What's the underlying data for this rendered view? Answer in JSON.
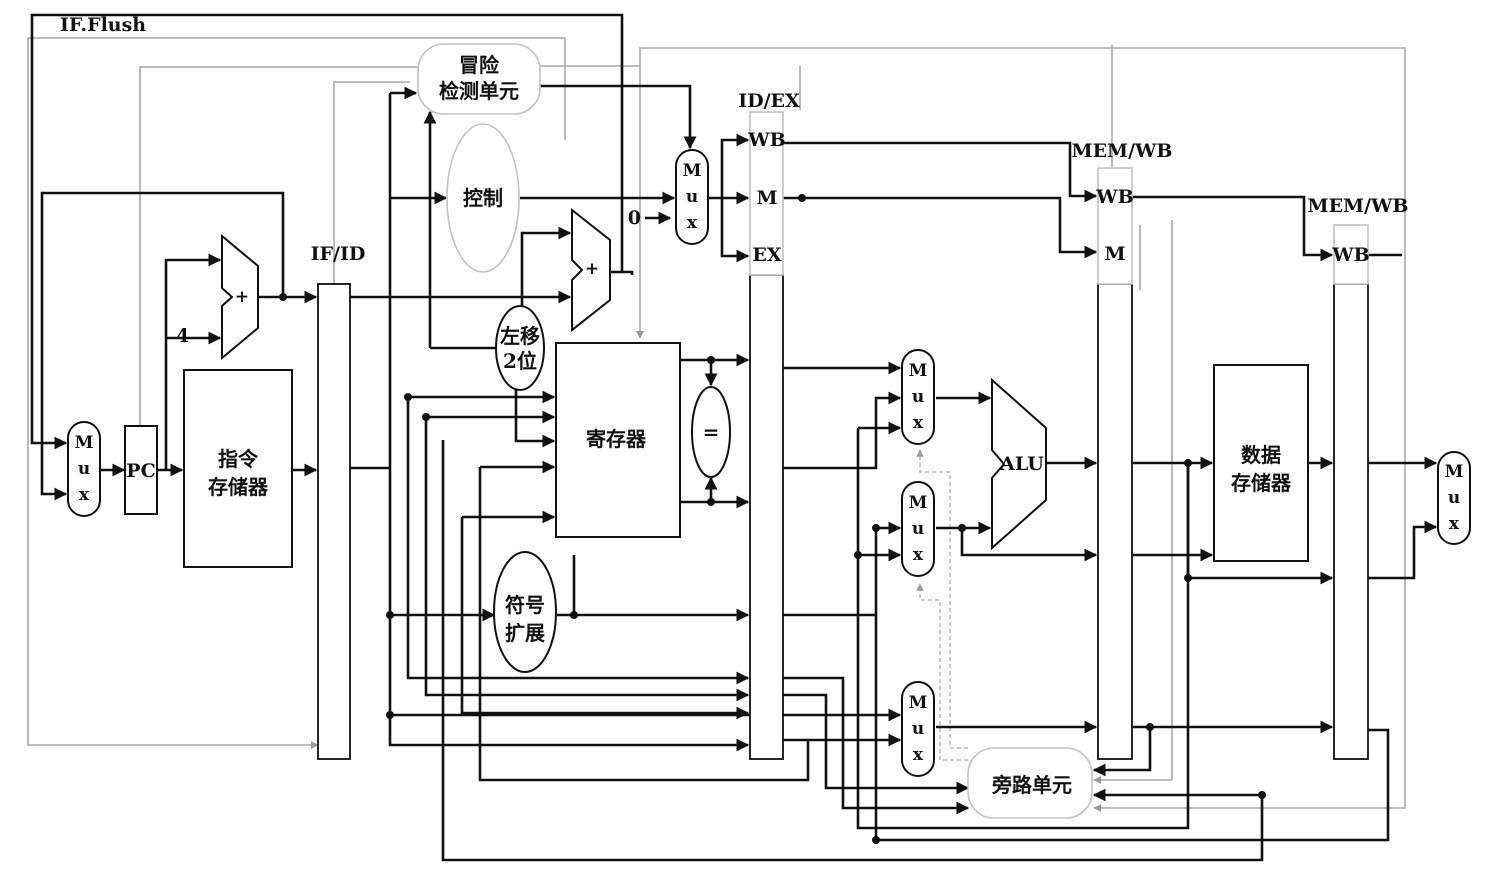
{
  "colors": {
    "wire": "#111111",
    "control_wire": "#a8a8a8",
    "background": "#ffffff"
  },
  "labels": {
    "if_flush": "IF.Flush",
    "hazard_line1": "冒险",
    "hazard_line2": "检测单元",
    "control": "控制",
    "pipe_if_id": "IF/ID",
    "pipe_id_ex": "ID/EX",
    "pipe_ex_mem": "MEM/WB",
    "pipe_mem_wb": "MEM/WB",
    "wb": "WB",
    "m": "M",
    "ex": "EX",
    "pc": "PC",
    "const_four": "4",
    "const_zero": "0",
    "plus": "+",
    "imem_line1": "指令",
    "imem_line2": "存储器",
    "registers": "寄存器",
    "equal": "=",
    "shift_line1": "左移",
    "shift_line2": "2位",
    "signext_line1": "符号",
    "signext_line2": "扩展",
    "alu": "ALU",
    "dmem_line1": "数据",
    "dmem_line2": "存储器",
    "forward": "旁路单元"
  },
  "mux_letters": [
    "M",
    "u",
    "x"
  ]
}
